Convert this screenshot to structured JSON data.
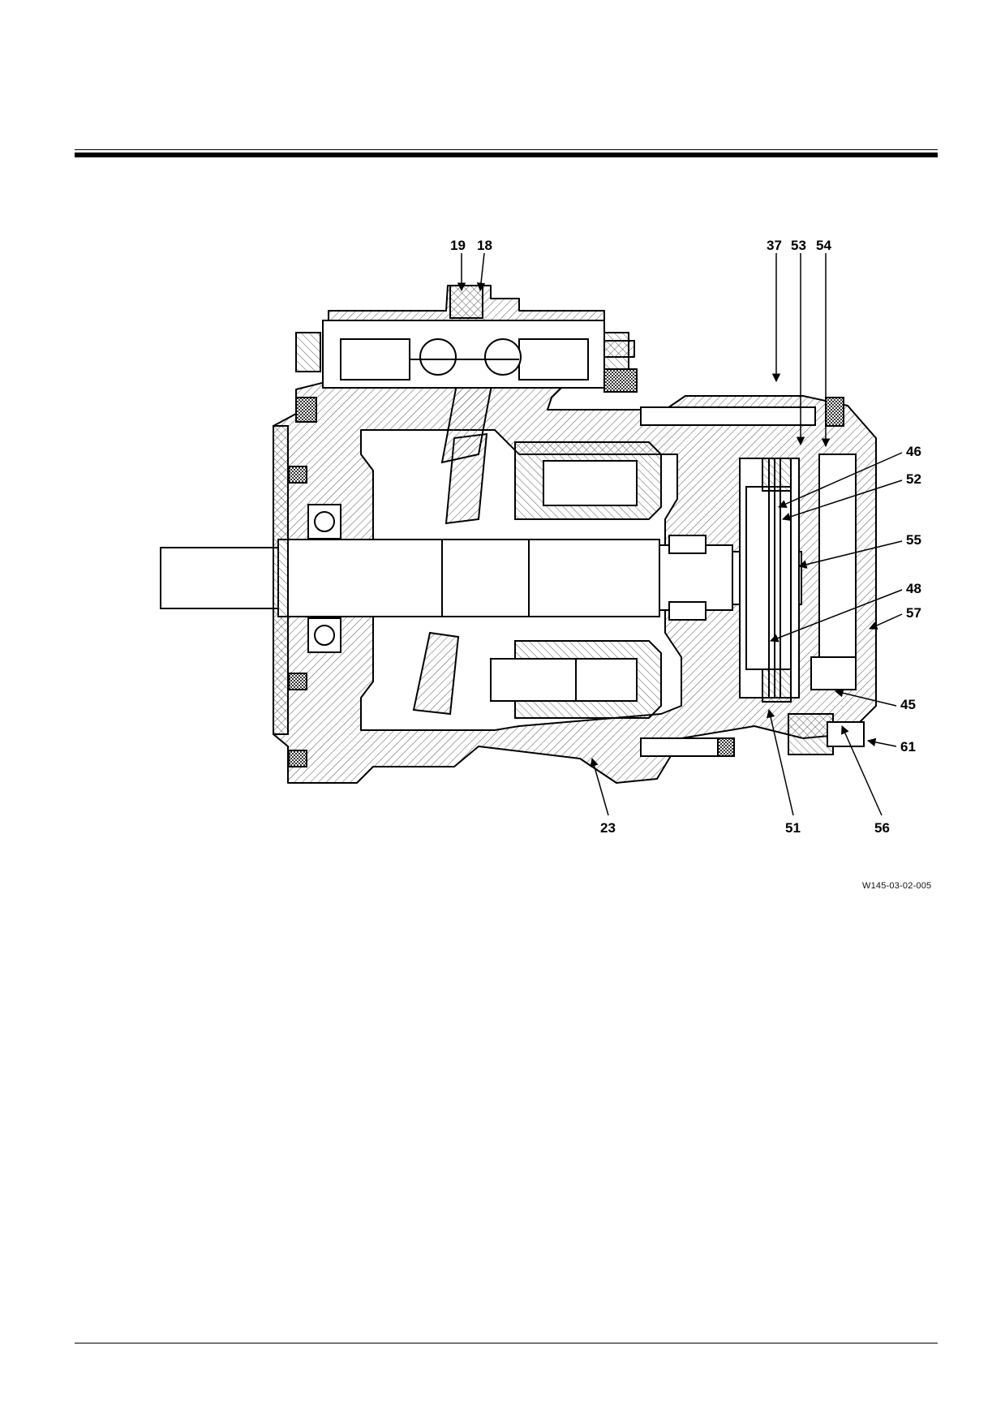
{
  "figure_id": "W145-03-02-005",
  "callouts": {
    "c19": "19",
    "c18": "18",
    "c37": "37",
    "c53": "53",
    "c54": "54",
    "c46": "46",
    "c52": "52",
    "c55": "55",
    "c48": "48",
    "c57": "57",
    "c45": "45",
    "c61": "61",
    "c23": "23",
    "c51": "51",
    "c56": "56"
  }
}
